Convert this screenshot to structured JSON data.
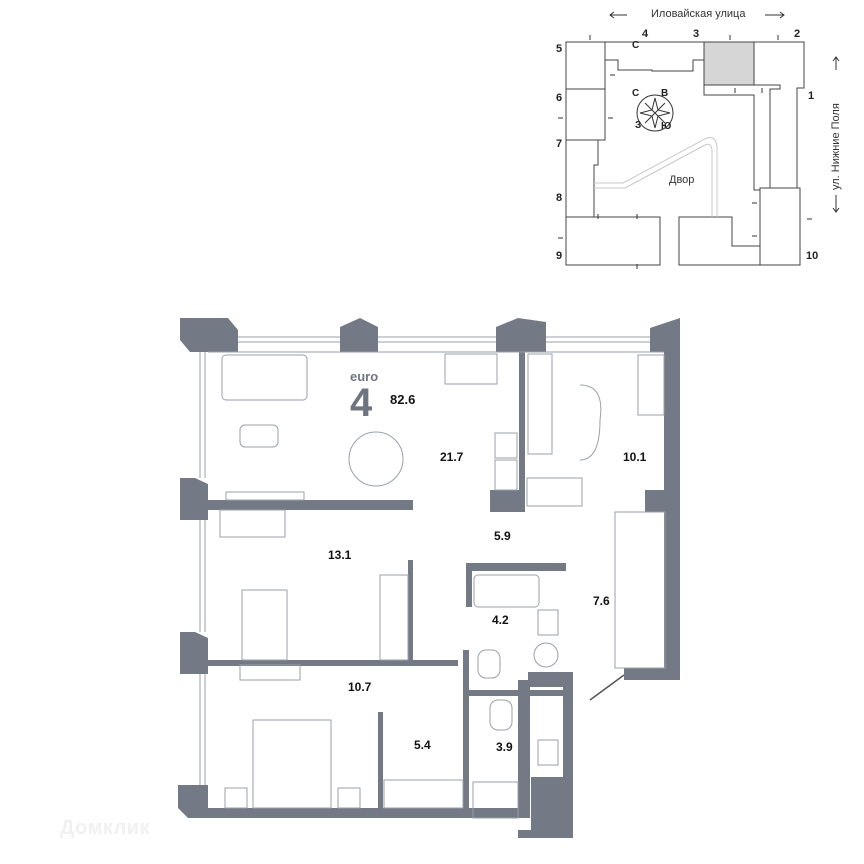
{
  "site_plan": {
    "top_street": "Иловайская улица",
    "right_street": "ул. Нижние Поля",
    "courtyard_label": "Двор",
    "compass": {
      "north": "С",
      "east": "В",
      "west": "З",
      "south": "Ю"
    },
    "section_numbers": [
      "1",
      "2",
      "3",
      "4",
      "5",
      "6",
      "7",
      "8",
      "9",
      "10"
    ]
  },
  "apartment": {
    "type_label": "euro",
    "rooms": "4",
    "total_area": "82.6"
  },
  "rooms": [
    {
      "name": "kitchen-living",
      "area": "21.7"
    },
    {
      "name": "bedroom-ne",
      "area": "10.1"
    },
    {
      "name": "bedroom-w",
      "area": "13.1"
    },
    {
      "name": "hallway",
      "area": "5.9"
    },
    {
      "name": "corridor",
      "area": "7.6"
    },
    {
      "name": "bathroom",
      "area": "4.2"
    },
    {
      "name": "bedroom-sw",
      "area": "10.7"
    },
    {
      "name": "wardrobe",
      "area": "5.4"
    },
    {
      "name": "shower-room",
      "area": "3.9"
    }
  ],
  "watermark": "Домклик",
  "colors": {
    "wall": "#737a85",
    "line": "#9aa0a8",
    "highlight": "#d6d6d6",
    "text": "#111111"
  }
}
